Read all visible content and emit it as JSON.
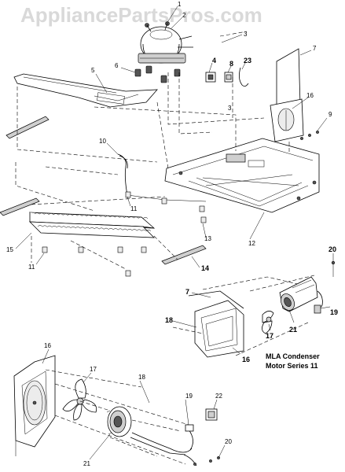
{
  "watermark": "AppliancePartsPros.com",
  "callouts": {
    "c1": "1",
    "c2": "2",
    "c3a": "3",
    "c3b": "3",
    "c4": "4",
    "c5": "5",
    "c6": "6",
    "c7a": "7",
    "c7b": "7",
    "c8": "8",
    "c9": "9",
    "c10": "10",
    "c11a": "11",
    "c11b": "11",
    "c12": "12",
    "c13": "13",
    "c14": "14",
    "c15": "15",
    "c16a": "16",
    "c16b": "16",
    "c16c": "16",
    "c17a": "17",
    "c17b": "17",
    "c18a": "18",
    "c18b": "18",
    "c19a": "19",
    "c19b": "19",
    "c20a": "20",
    "c20b": "20",
    "c21a": "21",
    "c21b": "21",
    "c22": "22",
    "c23": "23"
  },
  "caption": {
    "line1": "MLA Condenser",
    "line2": "Motor Series 11"
  }
}
